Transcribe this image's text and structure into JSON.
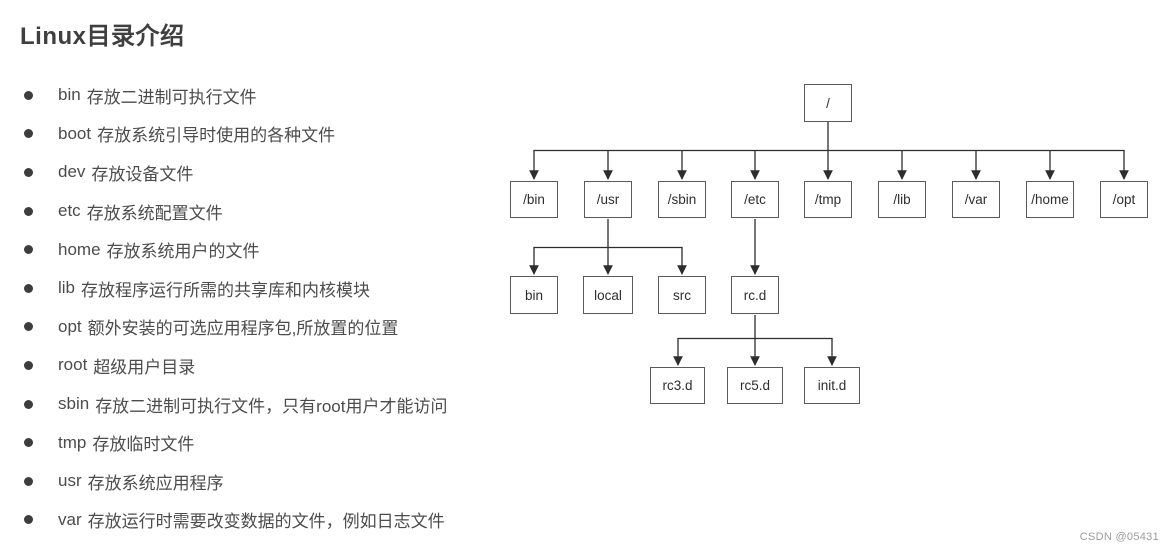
{
  "title": "Linux目录介绍",
  "list": {
    "items": [
      {
        "name": "bin",
        "desc": "存放二进制可执行文件"
      },
      {
        "name": "boot",
        "desc": "存放系统引导时使用的各种文件"
      },
      {
        "name": "dev",
        "desc": "存放设备文件"
      },
      {
        "name": "etc",
        "desc": "存放系统配置文件"
      },
      {
        "name": "home",
        "desc": "存放系统用户的文件"
      },
      {
        "name": "lib",
        "desc": "存放程序运行所需的共享库和内核模块"
      },
      {
        "name": "opt",
        "desc": "额外安装的可选应用程序包,所放置的位置"
      },
      {
        "name": "root",
        "desc": "超级用户目录"
      },
      {
        "name": "sbin",
        "desc": "存放二进制可执行文件，只有root用户才能访问"
      },
      {
        "name": "tmp",
        "desc": "存放临时文件"
      },
      {
        "name": "usr",
        "desc": "存放系统应用程序"
      },
      {
        "name": "var",
        "desc": "存放运行时需要改变数据的文件，例如日志文件"
      }
    ]
  },
  "tree": {
    "root": {
      "label": "/",
      "children": [
        {
          "label": "/bin"
        },
        {
          "label": "/usr",
          "children": [
            {
              "label": "bin"
            },
            {
              "label": "local"
            },
            {
              "label": "src"
            }
          ]
        },
        {
          "label": "/sbin"
        },
        {
          "label": "/etc",
          "children": [
            {
              "label": "rc.d",
              "children": [
                {
                  "label": "rc3.d"
                },
                {
                  "label": "rc5.d"
                },
                {
                  "label": "init.d"
                }
              ]
            }
          ]
        },
        {
          "label": "/tmp"
        },
        {
          "label": "/lib"
        },
        {
          "label": "/var"
        },
        {
          "label": "/home"
        },
        {
          "label": "/opt"
        }
      ]
    }
  },
  "watermark": "CSDN @05431",
  "colors": {
    "background": "#ffffff",
    "title_text": "#3f3f3f",
    "list_text": "#4c4c4c",
    "bullet": "#3d3d3d",
    "tree_line": "#2d2d2d",
    "tree_box_border": "#5a5a5a",
    "tree_box_text": "#2e2e2e",
    "watermark_text": "#9b9b9b"
  }
}
